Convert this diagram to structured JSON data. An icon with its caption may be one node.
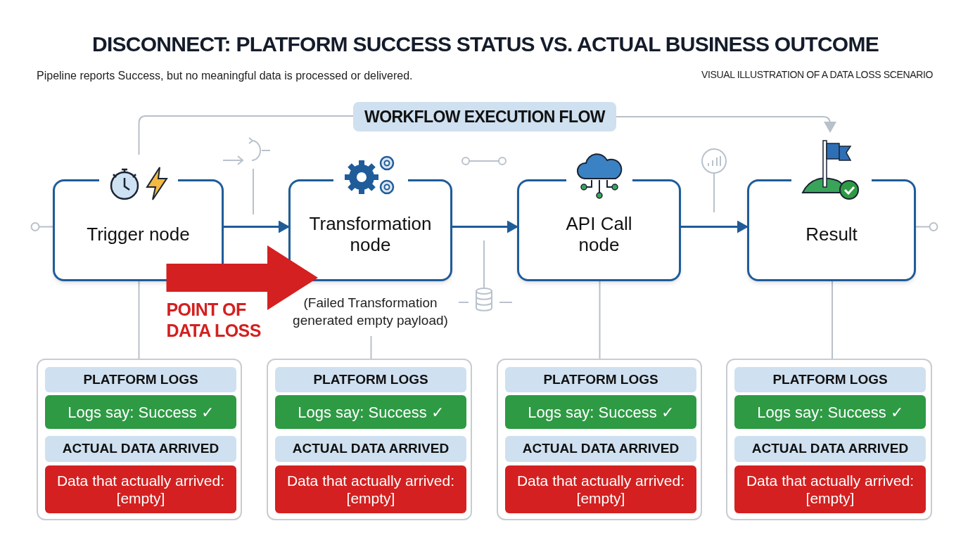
{
  "diagram": {
    "title": "DISCONNECT: PLATFORM SUCCESS STATUS VS. ACTUAL BUSINESS OUTCOME",
    "nodes": [
      {
        "text": [
          "WORKFLOW EXECUTION FLOW"
        ]
      },
      {
        "text": [
          "Trigger node"
        ]
      },
      {
        "text": [
          "Transformation node"
        ],
        "beside": [
          "(Failed Transformation generated empty payload)"
        ]
      },
      {
        "text": [
          "API Call node"
        ]
      },
      {
        "text": [
          "Result"
        ]
      },
      {
        "text": [],
        "shape": "box"
      },
      {
        "text": [
          "PLATFORM LOGS"
        ],
        "in": 5
      },
      {
        "text": [
          "Logs say: Success ✓"
        ],
        "in": 5
      },
      {
        "text": [
          "ACTUAL DATA ARRIVED"
        ],
        "in": 5
      },
      {
        "text": [
          "Data that actually arrived: [empty]"
        ],
        "in": 5
      },
      {
        "text": [],
        "shape": "box"
      },
      {
        "text": [
          "PLATFORM LOGS"
        ],
        "in": 10
      },
      {
        "text": [
          "Logs say: Success ✓"
        ],
        "in": 10
      },
      {
        "text": [
          "ACTUAL DATA ARRIVED"
        ],
        "in": 10
      },
      {
        "text": [
          "Data that actually arrived: [empty]"
        ],
        "in": 10
      },
      {
        "text": [],
        "shape": "box"
      },
      {
        "text": [
          "PLATFORM LOGS"
        ],
        "in": 15
      },
      {
        "text": [
          "Logs say: Success ✓"
        ],
        "in": 15
      },
      {
        "text": [
          "ACTUAL DATA ARRIVED"
        ],
        "in": 15
      },
      {
        "text": [
          "Data that actually arrived: [empty]"
        ],
        "in": 15
      },
      {
        "text": [],
        "shape": "box"
      },
      {
        "text": [
          "PLATFORM LOGS"
        ],
        "in": 20
      },
      {
        "text": [
          "Logs say: Success ✓"
        ],
        "in": 20
      },
      {
        "text": [
          "ACTUAL DATA ARRIVED"
        ],
        "in": 20
      },
      {
        "text": [
          "Data that actually arrived: [empty]"
        ],
        "in": 20
      }
    ],
    "edges": [
      {
        "from": null,
        "to": 1,
        "arrow": "other"
      },
      {
        "from": 1,
        "to": 2,
        "arrow": "to",
        "color": "#1f5c99"
      },
      {
        "from": 2,
        "to": 3,
        "arrow": "to",
        "color": "#1f5c99"
      },
      {
        "from": 3,
        "to": 4,
        "arrow": "to",
        "color": "#1f5c99"
      },
      {
        "from": 4,
        "to": null,
        "arrow": "other"
      },
      {
        "from": 1,
        "to": 2,
        "arrow": "to",
        "style": "thick",
        "color": "#d42020",
        "label": "POINT OF DATA LOSS"
      },
      {
        "from": 1,
        "to": 0,
        "arrow": "none"
      },
      {
        "from": 0,
        "to": 4,
        "arrow": "to"
      },
      {
        "from": 1,
        "to": 5,
        "arrow": "none"
      },
      {
        "from": 2,
        "to": 10,
        "arrow": "none"
      },
      {
        "from": 3,
        "to": 15,
        "arrow": "none"
      },
      {
        "from": 4,
        "to": 20,
        "arrow": "none"
      }
    ],
    "labels": [
      "Pipeline reports Success, but no meaningful data is processed or delivered.",
      "VISUAL ILLUSTRATION OF A DATA LOSS SCENARIO"
    ]
  }
}
